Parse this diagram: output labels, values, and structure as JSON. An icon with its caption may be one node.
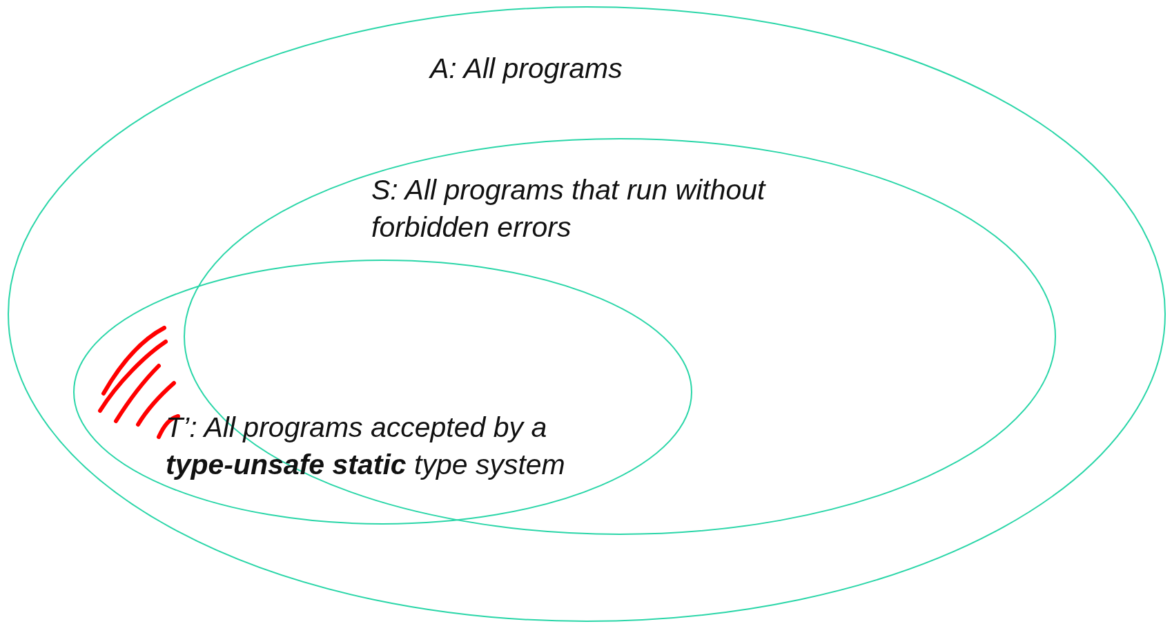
{
  "diagram": {
    "nodes": [
      {
        "text": [
          "A: All programs"
        ]
      },
      {
        "text": [
          "S: All programs that run without forbidden errors"
        ],
        "in": 0
      },
      {
        "text": [
          "T’: All programs accepted by a **type-unsafe static** type system"
        ],
        "in": 0
      }
    ]
  }
}
